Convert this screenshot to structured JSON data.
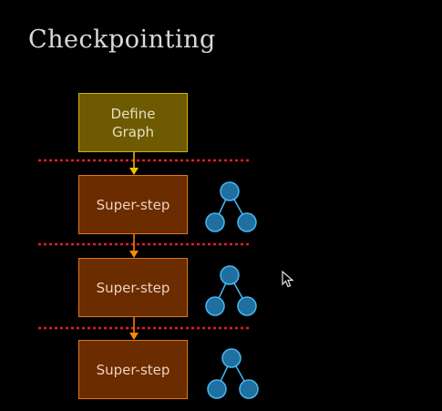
{
  "title": "Checkpointing",
  "nodes": {
    "define": "Define\nGraph",
    "step1": "Super-step",
    "step2": "Super-step",
    "step3": "Super-step"
  },
  "colors": {
    "background": "#000000",
    "define_fill": "#6e5a00",
    "define_border": "#d4b20a",
    "step_fill": "#6b2c00",
    "step_border": "#e0761a",
    "arrow_yellow": "#f2c200",
    "arrow_orange": "#ff8a00",
    "checkpoint_line": "#e02020",
    "tree_node": "#1f6fa0",
    "tree_stroke": "#49b8f0"
  },
  "icons": [
    "tree-icon",
    "cursor-icon"
  ]
}
